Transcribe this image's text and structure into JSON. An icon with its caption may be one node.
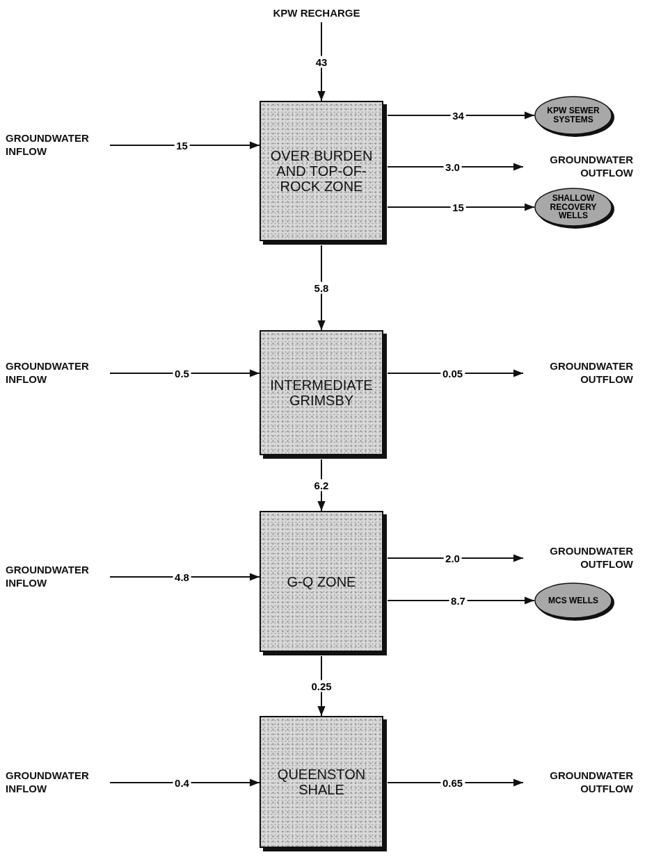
{
  "diagram": {
    "nodes": [
      {
        "text": [
          "KPW RECHARGE"
        ]
      },
      {
        "text": [
          "OVER BURDEN AND TOP-OF-ROCK ZONE"
        ]
      },
      {
        "text": [
          "GROUNDWATER INFLOW"
        ]
      },
      {
        "text": [
          "KPW SEWER SYSTEMS"
        ]
      },
      {
        "text": [
          "GROUNDWATER OUTFLOW"
        ]
      },
      {
        "text": [
          "SHALLOW RECOVERY WELLS"
        ]
      },
      {
        "text": [
          "INTERMEDIATE GRIMSBY"
        ]
      },
      {
        "text": [
          "GROUNDWATER INFLOW"
        ]
      },
      {
        "text": [
          "GROUNDWATER OUTFLOW"
        ]
      },
      {
        "text": [
          "G-Q ZONE"
        ]
      },
      {
        "text": [
          "GROUNDWATER INFLOW"
        ]
      },
      {
        "text": [
          "GROUNDWATER OUTFLOW"
        ]
      },
      {
        "text": [
          "MCS WELLS"
        ]
      },
      {
        "text": [
          "QUEENSTON SHALE"
        ]
      },
      {
        "text": [
          "GROUNDWATER INFLOW"
        ]
      },
      {
        "text": [
          "GROUNDWATER OUTFLOW"
        ]
      }
    ],
    "edges": [
      {
        "from": 0,
        "to": 1,
        "arrow": "to",
        "label": "43"
      },
      {
        "from": 2,
        "to": 1,
        "arrow": "to",
        "label": "15"
      },
      {
        "from": 1,
        "to": 3,
        "arrow": "to",
        "label": "34"
      },
      {
        "from": 1,
        "to": 4,
        "arrow": "to",
        "label": "3.0"
      },
      {
        "from": 1,
        "to": 5,
        "arrow": "to",
        "label": "15"
      },
      {
        "from": 1,
        "to": 6,
        "arrow": "to",
        "label": "5.8"
      },
      {
        "from": 7,
        "to": 6,
        "arrow": "to",
        "label": "0.5"
      },
      {
        "from": 6,
        "to": 8,
        "arrow": "to",
        "label": "0.05"
      },
      {
        "from": 6,
        "to": 9,
        "arrow": "to",
        "label": "6.2"
      },
      {
        "from": 10,
        "to": 9,
        "arrow": "to",
        "label": "4.8"
      },
      {
        "from": 9,
        "to": 11,
        "arrow": "to",
        "label": "2.0"
      },
      {
        "from": 9,
        "to": 12,
        "arrow": "to",
        "label": "8.7"
      },
      {
        "from": 9,
        "to": 13,
        "arrow": "to",
        "label": "0.25"
      },
      {
        "from": 14,
        "to": 13,
        "arrow": "to",
        "label": "0.4"
      },
      {
        "from": 13,
        "to": 15,
        "arrow": "to",
        "label": "0.65"
      }
    ]
  }
}
